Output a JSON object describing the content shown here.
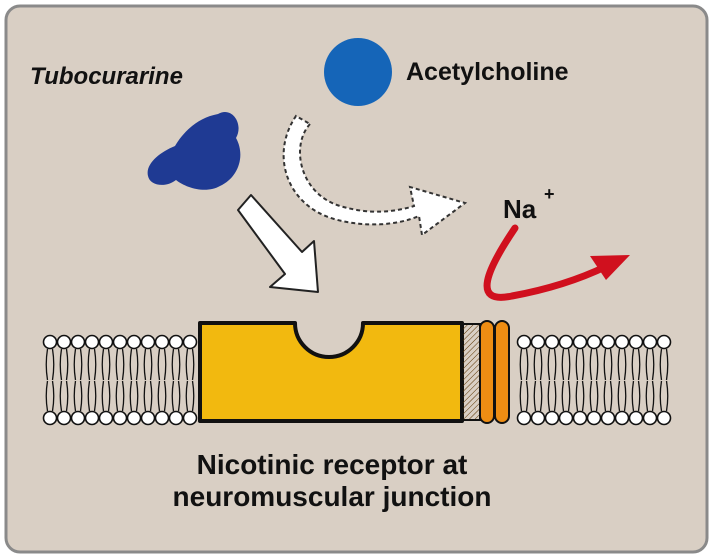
{
  "labels": {
    "tubocurarine": "Tubocurarine",
    "acetylcholine": "Acetylcholine",
    "ion": "Na",
    "ion_charge": "+",
    "caption_line1": "Nicotinic receptor at",
    "caption_line2": "neuromuscular junction"
  },
  "colors": {
    "background": "#d9cfc4",
    "frame": "#8a8a8a",
    "receptor": "#f2b90f",
    "channel": "#ee8d13",
    "tubocurarine": "#1f3a93",
    "acetylcholine": "#1565b8",
    "na_arrow": "#d0101e",
    "lipid": "#ffffff",
    "outline": "#111111"
  }
}
